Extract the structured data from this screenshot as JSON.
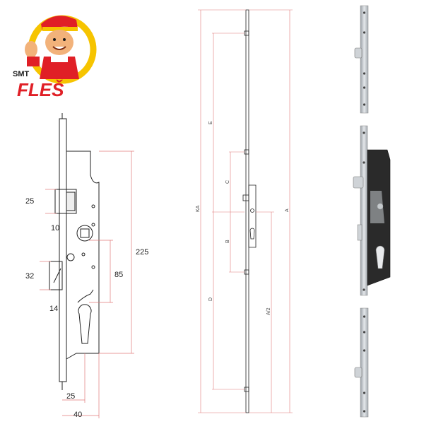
{
  "logo": {
    "prefix": "SMT",
    "brand": "FLEŠ",
    "colors": {
      "red": "#e01f26",
      "yellow": "#f6c400",
      "skin": "#f2b27a"
    }
  },
  "lock_drawing": {
    "dims": {
      "height_total": "225",
      "latch_height": "25",
      "latch_depth": "10",
      "bolt_height": "32",
      "bolt_depth": "14",
      "handle_to_cylinder": "85",
      "backset": "25",
      "faceplate_offset": "40"
    }
  },
  "rod_diagram": {
    "labels": {
      "overall": "KA",
      "right_overall": "A",
      "top_section": "E",
      "upper_section": "C",
      "middle_section": "B",
      "lower_section": "D",
      "half": "A/2"
    }
  },
  "colors": {
    "line": "#222222",
    "dim_line": "#e07a7a",
    "steel": "#c9cdd2",
    "dark": "#2a2a2a"
  }
}
